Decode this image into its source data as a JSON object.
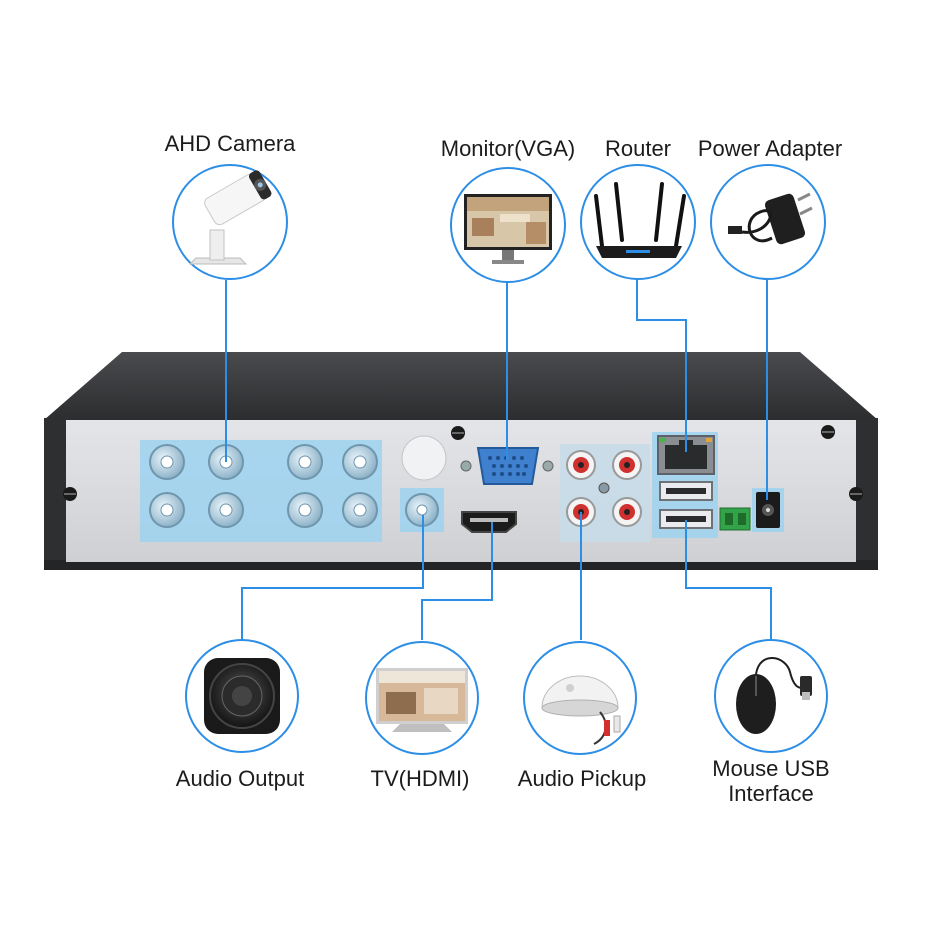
{
  "labels": {
    "ahd_camera": "AHD Camera",
    "monitor_vga": "Monitor(VGA)",
    "router": "Router",
    "power_adapter": "Power Adapter",
    "audio_output": "Audio Output",
    "tv_hdmi": "TV(HDMI)",
    "audio_pickup": "Audio Pickup",
    "mouse_usb_line1": "Mouse USB",
    "mouse_usb_line2": "Interface"
  },
  "colors": {
    "connector_line": "#2d8ee6",
    "highlight": "#9ed2f0",
    "device_body": "#3a3b3d",
    "back_panel": "#d8d9dc"
  },
  "icons": {
    "ahd_camera": "bullet-camera-icon",
    "monitor_vga": "monitor-icon",
    "router": "router-icon",
    "power_adapter": "power-adapter-icon",
    "audio_output": "speaker-icon",
    "tv_hdmi": "tv-icon",
    "audio_pickup": "microphone-pickup-icon",
    "mouse_usb": "mouse-icon"
  }
}
